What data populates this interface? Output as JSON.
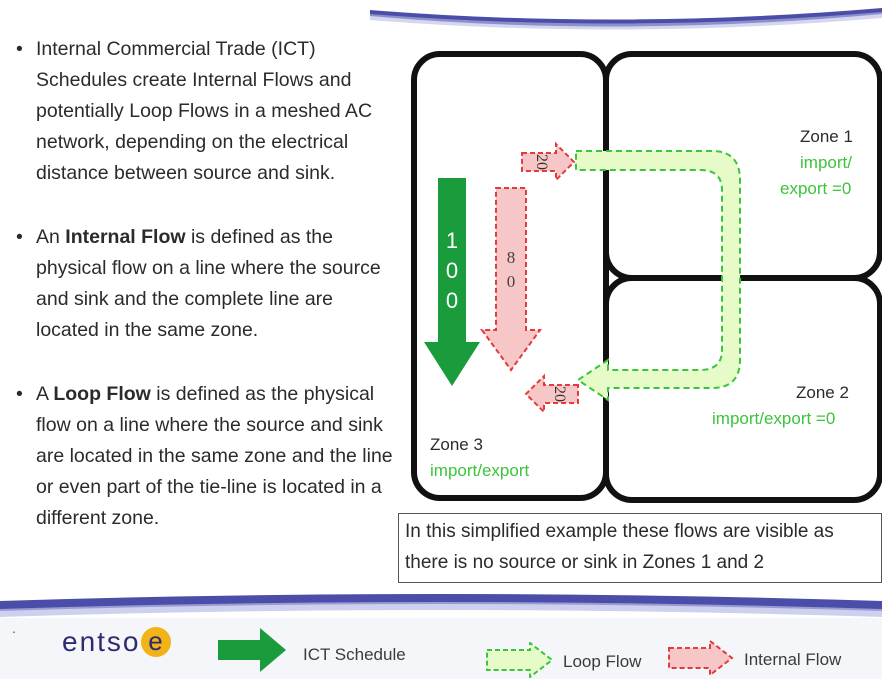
{
  "bullets": [
    {
      "pre": "Internal Commercial Trade (ICT) Schedules create Internal Flows and potentially Loop Flows in a meshed AC network, depending on the electrical distance between source and sink.",
      "bold": "",
      "post": ""
    },
    {
      "pre": "An ",
      "bold": "Internal Flow",
      "post": " is defined as the physical flow on a line where the source and sink  and the complete line are located in the same zone."
    },
    {
      "pre": "A ",
      "bold": "Loop Flow",
      "post": " is defined as the physical flow on a line where the source and sink are located in the same zone and the line or even part of the tie-line is located in a different zone."
    }
  ],
  "bullet_marker": "•",
  "zones": {
    "zone1": {
      "name": "Zone 1",
      "l1": "import/",
      "l2": "export =0"
    },
    "zone2": {
      "name": "Zone 2",
      "l1": "import/export =0"
    },
    "zone3": {
      "name": "Zone 3",
      "l1": "import/export"
    }
  },
  "flows": {
    "ict_value_digits": [
      "1",
      "0",
      "0"
    ],
    "internal_value_digits": [
      "8",
      "0"
    ],
    "loop_top_digits": [
      "2",
      "0"
    ],
    "loop_bottom_digits": [
      "2",
      "0"
    ]
  },
  "note": "In this simplified example these flows are visible as there is no source or sink in Zones 1 and 2",
  "legend": {
    "brand_pre": "entso",
    "brand_e": "e",
    "ict": "ICT Schedule",
    "loop": "Loop Flow",
    "internal": "Internal Flow",
    "dot": "."
  },
  "colors": {
    "ict_green": "#1a9b3c",
    "loop_green": "#3cc43c",
    "loop_fill": "#e6fbc8",
    "internal_red": "#e23b3b",
    "internal_fill": "#f7c6c6",
    "accent_bar": "#4b4ea8"
  }
}
